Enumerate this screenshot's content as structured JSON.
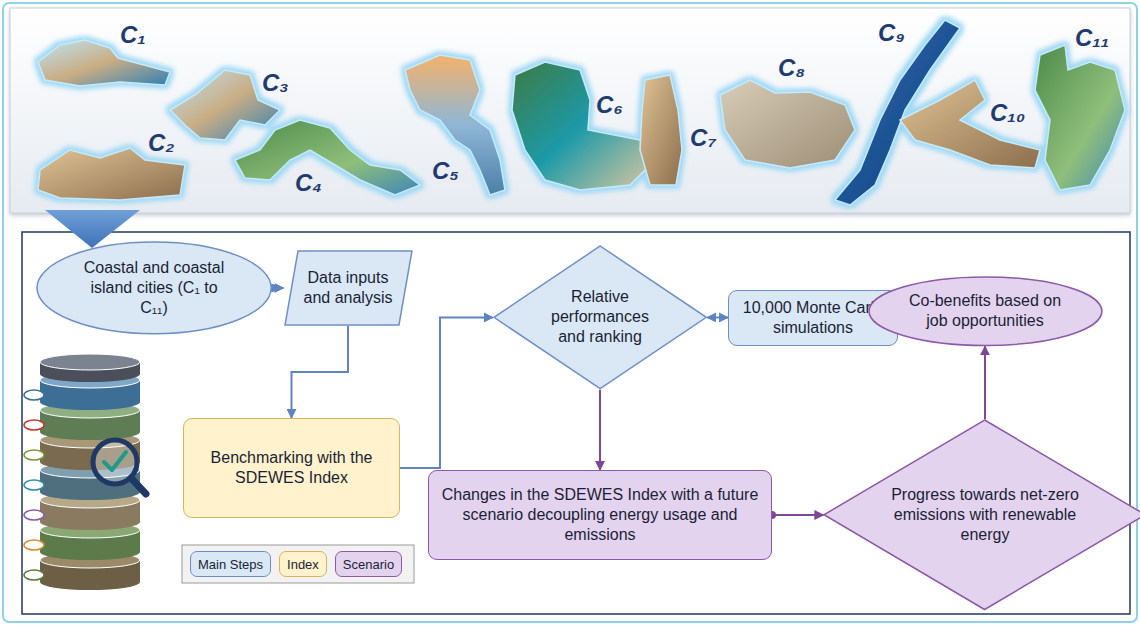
{
  "diagram": {
    "nodes": [
      {
        "text": [
          "Coastal and coastal island cities (C₁ to C₁₁)"
        ]
      },
      {
        "text": [
          "Data inputs and analysis"
        ]
      },
      {
        "text": [
          "Benchmarking with the SDEWES Index"
        ]
      },
      {
        "text": [
          "Relative performances and ranking"
        ]
      },
      {
        "text": [
          "10,000 Monte Carlo simulations"
        ]
      },
      {
        "text": [
          "Changes in the SDEWES Index with a future scenario decoupling energy usage and emissions"
        ]
      },
      {
        "text": [
          "Progress towards net-zero emissions with renewable energy"
        ]
      },
      {
        "text": [
          "Co-benefits based on job opportunities"
        ]
      }
    ],
    "edges": [
      {
        "from": 0,
        "to": 1,
        "arrow": "to"
      },
      {
        "from": 1,
        "to": 2,
        "arrow": "to"
      },
      {
        "from": 2,
        "to": 3,
        "arrow": "to"
      },
      {
        "from": 3,
        "to": 4,
        "arrow": "both"
      },
      {
        "from": 3,
        "to": 5,
        "arrow": "to"
      },
      {
        "from": 5,
        "to": 6,
        "arrow": "to"
      },
      {
        "from": 6,
        "to": 7,
        "arrow": "to"
      }
    ],
    "labels": [
      "C₁",
      "C₂",
      "C₃",
      "C₄",
      "C₅",
      "C₆",
      "C₇",
      "C₈",
      "C₉",
      "C₁₀",
      "C₁₁"
    ],
    "legend": [
      {
        "text": "Main Steps",
        "color": "#dae8f5"
      },
      {
        "text": "Index",
        "color": "#fff2cc"
      },
      {
        "text": "Scenario",
        "color": "#e4d3ee"
      }
    ]
  }
}
